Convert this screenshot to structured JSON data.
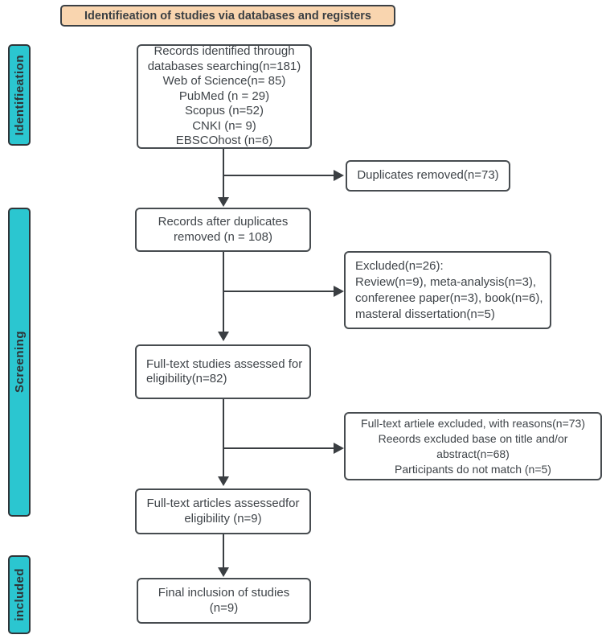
{
  "banner": {
    "label": "Identifieation of studies via databases and registers"
  },
  "sidebar": {
    "identification": "Identifieation",
    "screening": "Screening",
    "included": "included"
  },
  "boxes": {
    "records_identified": {
      "lines": [
        "Records identified through",
        "databases searching(n=181)",
        "Web of Science(n= 85)",
        "PubMed (n = 29)",
        "Scopus (n=52)",
        "CNKI (n= 9)",
        "EBSCOhost (n=6)"
      ]
    },
    "duplicates_removed": {
      "text": "Duplicates  removed(n=73)"
    },
    "records_after_duplicates": {
      "lines": [
        "Records after duplicates",
        "removed (n = 108)"
      ]
    },
    "excluded": {
      "lines": [
        "Excluded(n=26):",
        "Review(n=9), meta-analysis(n=3),",
        "conferenee paper(n=3), book(n=6),",
        "masteral dissertation(n=5)"
      ]
    },
    "fulltext_assessed": {
      "lines": [
        "Full-text studies assessed for",
        "eligibility(n=82)"
      ]
    },
    "fulltext_excluded": {
      "lines": [
        "Full-text artiele excluded, with reasons(n=73)",
        "Reeords excluded base on title and/or",
        "abstract(n=68)",
        "Participants do not match  (n=5)"
      ]
    },
    "fulltext_assessed_final": {
      "lines": [
        "Full-text articles assessedfor",
        "eligibility (n=9)"
      ]
    },
    "final_inclusion": {
      "lines": [
        "Final inclusion of studies",
        "(n=9)"
      ]
    }
  },
  "colors": {
    "stage_bar": "#2bc6d0",
    "banner_fill": "#f9d5af",
    "box_border": "#474c50",
    "arrow": "#3a3e42",
    "text": "#3f4449"
  }
}
